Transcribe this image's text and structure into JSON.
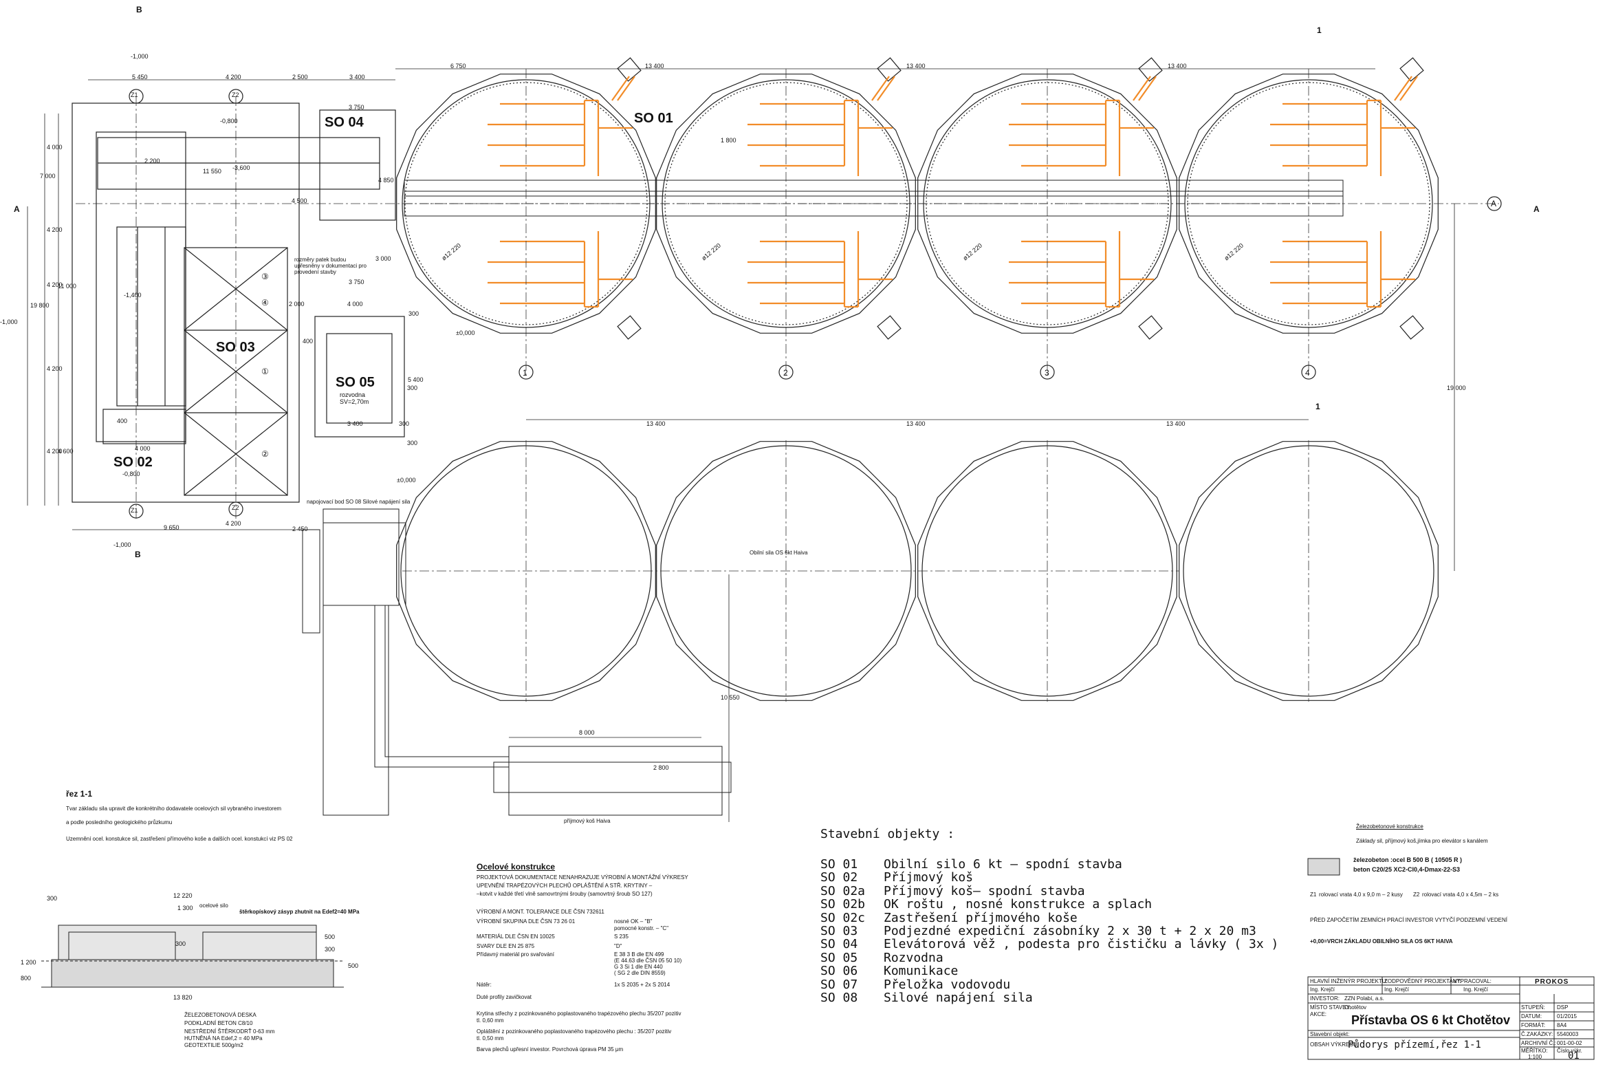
{
  "colors": {
    "line": "#222222",
    "orange": "#f28c28",
    "hatch": "#d9d9d9",
    "grey_fill": "#e6e6e6"
  },
  "plan": {
    "section_marks": {
      "b": "B",
      "a": "A",
      "one": "1"
    },
    "levels": {
      "m1000": "-1,000",
      "m0800": "-0,800",
      "m1400": "-1,400",
      "m3600": "-3,600",
      "zero": "±0,000"
    },
    "dims_top": [
      "5 450",
      "4 200",
      "2 500",
      "3 400",
      "6 750",
      "13 400",
      "13 400",
      "13 400"
    ],
    "dims_mid": [
      "13 400",
      "13 400",
      "13 400"
    ],
    "dims_bottom": [
      "9 650",
      "4 200",
      "2 450",
      "8 000"
    ],
    "dims_left": [
      "4 000",
      "7 000",
      "4 200",
      "4 200",
      "11 000",
      "19 800",
      "4 200",
      "4 600",
      "4 200"
    ],
    "dims_misc": [
      "3 750",
      "11 550",
      "2 200",
      "4 500",
      "4 850",
      "3 750",
      "2 000",
      "4 000",
      "300",
      "400",
      "3 000",
      "5 400",
      "3 400",
      "300",
      "4 000",
      "400",
      "1 800",
      "2 800",
      "19 000",
      "10 550",
      "300",
      "300"
    ],
    "grid_z1": "Z1",
    "grid_z2": "Z2",
    "grid_a": "A",
    "axes": [
      "1",
      "2",
      "3",
      "4"
    ],
    "so_labels": [
      "SO 01",
      "SO 02",
      "SO 03",
      "SO 04",
      "SO 05"
    ],
    "rozvodna": "rozvodna",
    "rozvodna_sv": "SV=2,70m",
    "diameter": "ø12 220",
    "bays": [
      "③",
      "④",
      "①",
      "②"
    ],
    "note_rozmery": [
      "rozměry patek budou",
      "upřesněny v dokumentaci pro",
      "provedení stavby"
    ],
    "note_napojeni": "napojovací bod SO 08 Silové napájení sila",
    "silo_label": "Obilní sila OS 6kt Haiva",
    "receiving_label": "příjmový koš Haiva"
  },
  "section": {
    "title": "řez 1-1",
    "notes": [
      "Tvar základu sila upravit dle konkrétního dodavatele ocelových sil vybraného investorem",
      "a podle posledního geologického průzkumu",
      "Uzemnění ocel. konstukce sil, zastřešení přímového koše a dalších ocel. konstukcí viz PS 02"
    ],
    "dims": [
      "300",
      "12 220",
      "1 300",
      "300",
      "500",
      "300",
      "1 200",
      "800",
      "13 820",
      "500"
    ],
    "label_silo": "ocelové silo",
    "label_sterk": "štěrkopískový zásyp zhutnit na Edef2=40 MPa",
    "layers": [
      "ŽELEZOBETONOVÁ DESKA",
      "PODKLADNÍ BETON C8/10",
      "NESTŘEDNÍ ŠTĚRKODRŤ 0-63 mm",
      "HUTNĚNÁ NA Edef,2 = 40 MPa",
      "GEOTEXTILIE 500g/m2"
    ]
  },
  "steel": {
    "title": "Ocelové konstrukce",
    "lines": [
      "PROJEKTOVÁ DOKUMENTACE NENAHRAZUJE VÝROBNÍ A MONTÁŽNÍ VÝKRESY",
      "UPEVNĚNÍ TRAPÉZOVÝCH PLECHŮ OPLÁŠTĚNÍ A STŘ. KRYTINY –",
      "–kotvit v každé třetí vlně samovrtnými šrouby (samovrtný šroub SO 127)",
      "VÝROBNÍ A MONT. TOLERANCE DLE ČSN 732611",
      "VÝROBNÍ SKUPINA DLE ČSN 73 26 01",
      "MATERIÁL DLE ČSN EN 10025",
      "SVARY DLE EN 25 875",
      "Přídavný materiál pro svařování",
      "Nátěr:",
      "Duté profily zavičkovat",
      "Krytina střechy z pozinkovaného poplastovaného trapézového plechu 35/207 pozitiv",
      "tl. 0,60 mm",
      "Opláštění z pozinkovaného poplastovaného trapézového plechu : 35/207 pozitiv",
      "tl. 0,50 mm",
      "Barva plechů upřesní investor. Povrchová úprava PM 35 μm"
    ],
    "right": [
      "nosné OK – \"B\"",
      "pomocné konstr. – \"C\"",
      "S 235",
      "\"D\"",
      "E 38 3 B dle EN 499",
      "(E 44.63 dle ČSN 05 50 10)",
      "G 3 Si 1 dle EN 440",
      "( SG 2 dle DIN 8559)",
      "1x S 2035 + 2x S 2014"
    ]
  },
  "objects": {
    "title": "Stavební objekty :",
    "rows": [
      {
        "code": "SO 01",
        "name": "Obilní silo 6 kt – spodní stavba"
      },
      {
        "code": "SO 02",
        "name": "Příjmový koš"
      },
      {
        "code": "SO 02a",
        "name": "Příjmový koš– spodní stavba"
      },
      {
        "code": "SO 02b",
        "name": "OK roštu , nosné konstrukce a splach"
      },
      {
        "code": "SO 02c",
        "name": "Zastřešení příjmového koše"
      },
      {
        "code": "SO 03",
        "name": "Podjezdné expediční zásobníky 2 x 30 t + 2 x 20 m3"
      },
      {
        "code": "SO 04",
        "name": "Elevátorová věž , podesta pro čističku a lávky ( 3x )"
      },
      {
        "code": "SO 05",
        "name": "Rozvodna"
      },
      {
        "code": "SO 06",
        "name": "Komunikace"
      },
      {
        "code": "SO 07",
        "name": "Přeložka vodovodu"
      },
      {
        "code": "SO 08",
        "name": "Silové napájení sila"
      }
    ]
  },
  "concrete": {
    "title": "Železobetonové konstrukce",
    "subtitle": "Základy sil, příjmový koš,jímka pro elevátor s kanálem",
    "spec1": "železobeton :ocel B 500 B  ( 10505  R )",
    "spec2": "beton C20/25 XC2-Cl0,4-Dmax-22-S3",
    "gate1": "rolovací vrata 4,0 x 9,0 m – 2 kusy",
    "gate2": "rolovací vrata 4,0 x 4,5m – 2 ks",
    "gate_mark1": "Z1",
    "gate_mark2": "Z2",
    "warning": "PŘED ZAPOČETÍM ZEMNÍCH PRACÍ INVESTOR VYTYČÍ PODZEMNÍ VEDENÍ",
    "datum": "+0,00=VRCH ZÁKLADU OBILNÍHO SILA OS 6KT HAIVA"
  },
  "titleblock": {
    "hip_label": "HLAVNÍ INŽENÝR PROJEKTU:",
    "hip": "Ing. Krejčí",
    "zod_label": "ZODPOVĚDNÝ PROJEKTANT:",
    "zod": "Ing. Krejčí",
    "vyp_label": "VYPRACOVAL:",
    "vyp": "Ing. Krejčí",
    "inv_label": "INVESTOR:",
    "inv": "ZZN Polabí, a.s.",
    "misto_label": "MÍSTO STAVBY:",
    "misto": "Chotětov",
    "akce_label": "AKCE:",
    "akce": "Přístavba OS  6 kt  Chotětov",
    "objekt_label": "Stavební objekt:",
    "obsah_label": "OBSAH VÝKRESU:",
    "obsah": "Půdorys přízemí,řez 1-1",
    "stupen_label": "STUPEŇ:",
    "stupen": "DSP",
    "datum_label": "DATUM:",
    "datum": "01/2015",
    "format_label": "FORMÁT:",
    "format": "8A4",
    "zakazka_label": "Č.ZAKÁZKY:",
    "zakazka": "5540003",
    "archiv_label": "ARCHIVNÍ Č.:",
    "archiv": "001-00-02",
    "meritko_label": "MĚŘÍTKO:",
    "meritko": "1:100",
    "cislo_label": "Číslo výkr.",
    "cislo": "01",
    "logo": "PROKOS"
  }
}
